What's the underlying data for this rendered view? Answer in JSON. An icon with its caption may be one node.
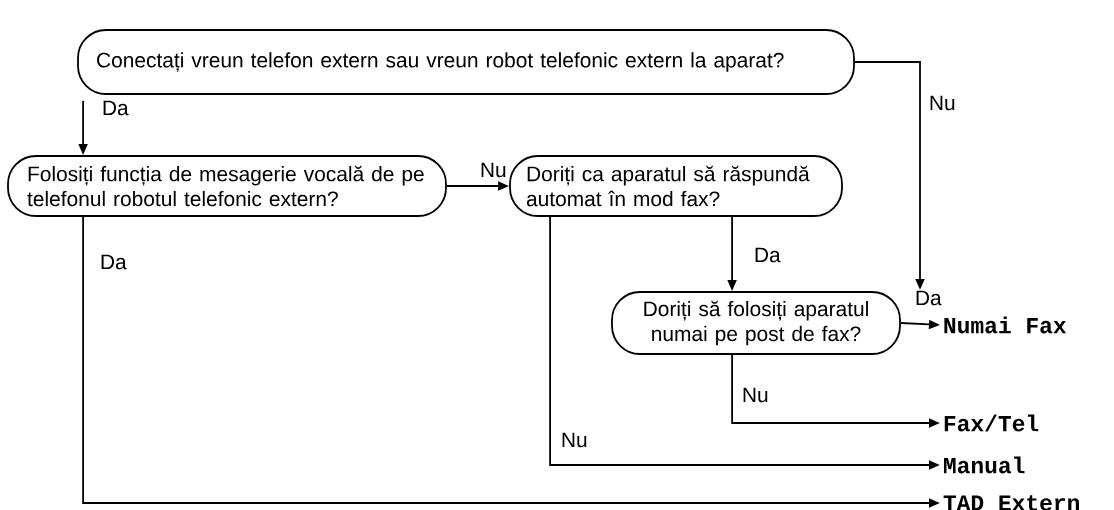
{
  "diagram": {
    "nodes": [
      {
        "text": [
          "Conectați vreun telefon extern sau vreun robot telefonic extern la aparat?"
        ]
      },
      {
        "text": [
          "Folosiți funcția de mesagerie vocală de pe telefonul robotul telefonic extern?"
        ]
      },
      {
        "text": [
          "Doriți ca aparatul să răspundă automat în mod fax?"
        ]
      },
      {
        "text": [
          "Doriți să folosiți aparatul numai pe post de fax?"
        ]
      },
      {
        "text": [
          "Numai Fax"
        ]
      },
      {
        "text": [
          "Fax/Tel"
        ]
      },
      {
        "text": [
          "Manual"
        ]
      },
      {
        "text": [
          "TAD Extern"
        ]
      }
    ],
    "edges": [
      {
        "from": 0,
        "to": 4,
        "arrow": "to",
        "label": "Nu"
      },
      {
        "from": 0,
        "to": 1,
        "arrow": "to",
        "label": "Da"
      },
      {
        "from": 1,
        "to": 2,
        "arrow": "to",
        "label": "Nu"
      },
      {
        "from": 1,
        "to": 7,
        "arrow": "to",
        "label": "Da"
      },
      {
        "from": 2,
        "to": 3,
        "arrow": "to",
        "label": "Da"
      },
      {
        "from": 2,
        "to": 6,
        "arrow": "to",
        "label": "Nu"
      },
      {
        "from": 3,
        "to": 4,
        "arrow": "to",
        "label": "Da"
      },
      {
        "from": 3,
        "to": 5,
        "arrow": "to",
        "label": "Nu"
      }
    ]
  }
}
